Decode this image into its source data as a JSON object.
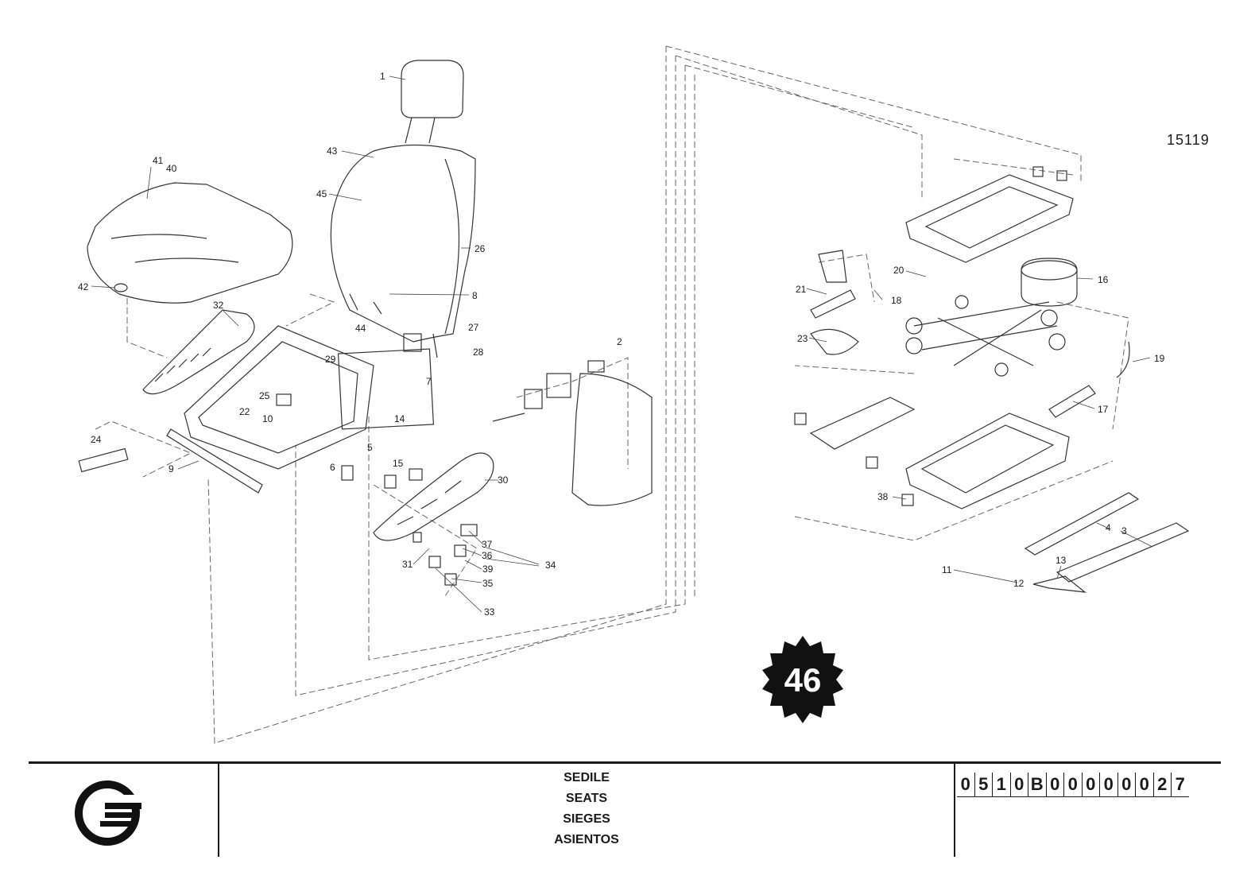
{
  "drawing_number": "15119",
  "page_badge": "46",
  "titles": [
    "SEDILE",
    "SEATS",
    "SIEGES",
    "ASIENTOS"
  ],
  "part_code": [
    "0",
    "5",
    "1",
    "0",
    "B",
    "0",
    "0",
    "0",
    "0",
    "0",
    "0",
    "2",
    "7"
  ],
  "part_labels": [
    "1",
    "2",
    "3",
    "4",
    "5",
    "6",
    "7",
    "8",
    "9",
    "10",
    "11",
    "12",
    "13",
    "14",
    "15",
    "16",
    "17",
    "18",
    "19",
    "20",
    "21",
    "22",
    "23",
    "24",
    "25",
    "26",
    "27",
    "28",
    "29",
    "30",
    "31",
    "32",
    "33",
    "34",
    "35",
    "36",
    "37",
    "38",
    "39",
    "40",
    "41",
    "42",
    "43",
    "44",
    "45"
  ]
}
